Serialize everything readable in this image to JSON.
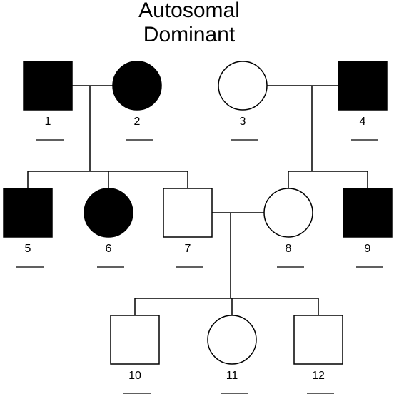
{
  "title": {
    "line1": "Autosomal",
    "line2": "Dominant"
  },
  "colors": {
    "affected": "#000000",
    "unaffected": "#ffffff",
    "line": "#000000"
  },
  "individuals": [
    {
      "id": "1",
      "label": "1",
      "sex": "male",
      "affected": true,
      "generation": 1
    },
    {
      "id": "2",
      "label": "2",
      "sex": "female",
      "affected": true,
      "generation": 1
    },
    {
      "id": "3",
      "label": "3",
      "sex": "female",
      "affected": false,
      "generation": 1
    },
    {
      "id": "4",
      "label": "4",
      "sex": "male",
      "affected": true,
      "generation": 1
    },
    {
      "id": "5",
      "label": "5",
      "sex": "male",
      "affected": true,
      "generation": 2
    },
    {
      "id": "6",
      "label": "6",
      "sex": "female",
      "affected": true,
      "generation": 2
    },
    {
      "id": "7",
      "label": "7",
      "sex": "male",
      "affected": false,
      "generation": 2
    },
    {
      "id": "8",
      "label": "8",
      "sex": "female",
      "affected": false,
      "generation": 2
    },
    {
      "id": "9",
      "label": "9",
      "sex": "male",
      "affected": true,
      "generation": 2
    },
    {
      "id": "10",
      "label": "10",
      "sex": "male",
      "affected": false,
      "generation": 3
    },
    {
      "id": "11",
      "label": "11",
      "sex": "female",
      "affected": false,
      "generation": 3
    },
    {
      "id": "12",
      "label": "12",
      "sex": "male",
      "affected": false,
      "generation": 3
    }
  ],
  "matings": [
    {
      "partners": [
        "1",
        "2"
      ],
      "children": [
        "5",
        "6",
        "7"
      ]
    },
    {
      "partners": [
        "3",
        "4"
      ],
      "children": [
        "8",
        "9"
      ]
    },
    {
      "partners": [
        "7",
        "8"
      ],
      "children": [
        "10",
        "11",
        "12"
      ]
    }
  ]
}
